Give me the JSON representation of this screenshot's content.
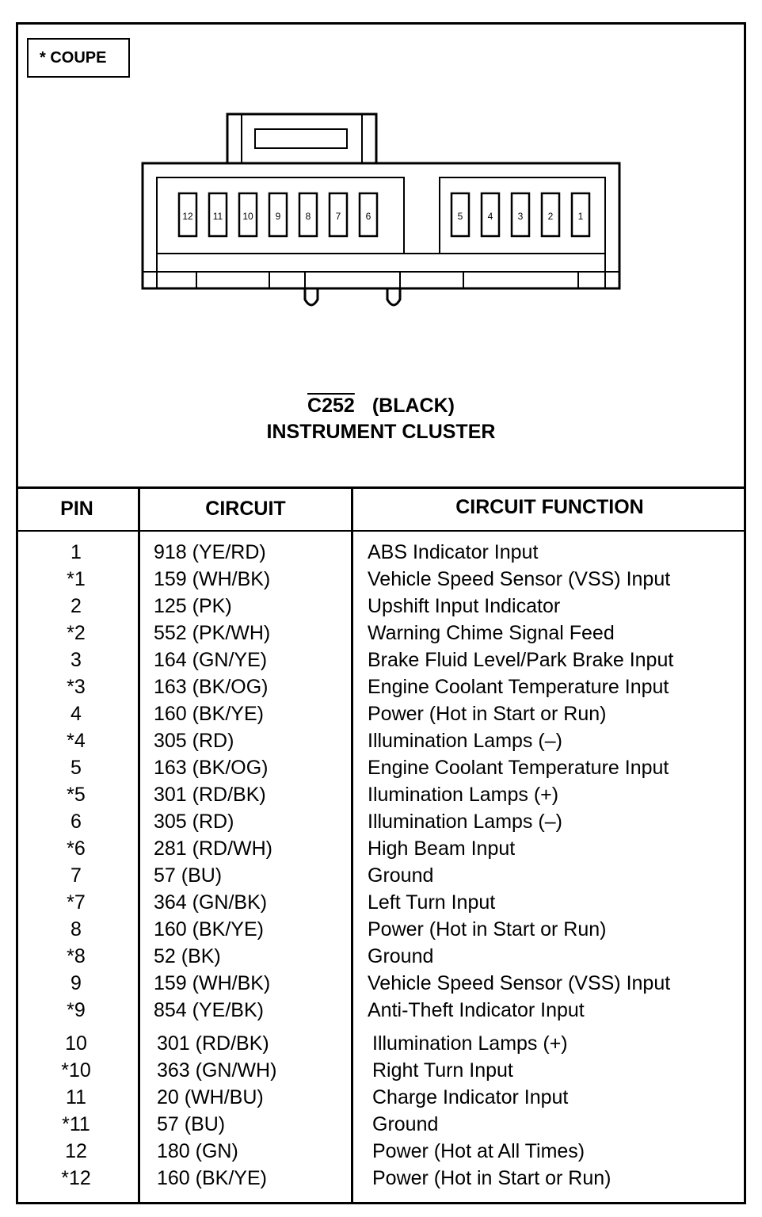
{
  "legend": "* COUPE",
  "connector": {
    "id": "C252",
    "color": "(BLACK)",
    "name": "INSTRUMENT CLUSTER",
    "pins_left": [
      "12",
      "11",
      "10",
      "9",
      "8",
      "7",
      "6"
    ],
    "pins_right": [
      "5",
      "4",
      "3",
      "2",
      "1"
    ]
  },
  "table": {
    "headers": {
      "pin": "PIN",
      "circuit": "CIRCUIT",
      "function": "CIRCUIT FUNCTION"
    },
    "rows": [
      {
        "pin": "1",
        "circuit": "918 (YE/RD)",
        "function": "ABS Indicator Input"
      },
      {
        "pin": "*1",
        "circuit": "159 (WH/BK)",
        "function": "Vehicle Speed Sensor (VSS) Input"
      },
      {
        "pin": "2",
        "circuit": "125 (PK)",
        "function": "Upshift Input Indicator"
      },
      {
        "pin": "*2",
        "circuit": "552 (PK/WH)",
        "function": "Warning Chime Signal Feed"
      },
      {
        "pin": "3",
        "circuit": "164 (GN/YE)",
        "function": "Brake Fluid Level/Park Brake Input"
      },
      {
        "pin": "*3",
        "circuit": "163 (BK/OG)",
        "function": "Engine Coolant Temperature Input"
      },
      {
        "pin": "4",
        "circuit": "160 (BK/YE)",
        "function": "Power (Hot in Start or Run)"
      },
      {
        "pin": "*4",
        "circuit": "305 (RD)",
        "function": "Illumination Lamps (–)"
      },
      {
        "pin": "5",
        "circuit": "163 (BK/OG)",
        "function": "Engine Coolant Temperature Input"
      },
      {
        "pin": "*5",
        "circuit": "301 (RD/BK)",
        "function": "Ilumination Lamps (+)"
      },
      {
        "pin": "6",
        "circuit": "305 (RD)",
        "function": "Illumination Lamps (–)"
      },
      {
        "pin": "*6",
        "circuit": "281 (RD/WH)",
        "function": "High Beam Input"
      },
      {
        "pin": "7",
        "circuit": "57 (BU)",
        "function": "Ground"
      },
      {
        "pin": "*7",
        "circuit": "364 (GN/BK)",
        "function": "Left Turn Input"
      },
      {
        "pin": "8",
        "circuit": "160 (BK/YE)",
        "function": "Power (Hot in Start or Run)"
      },
      {
        "pin": "*8",
        "circuit": "52 (BK)",
        "function": "Ground"
      },
      {
        "pin": "9",
        "circuit": "159 (WH/BK)",
        "function": "Vehicle Speed Sensor (VSS) Input"
      },
      {
        "pin": "*9",
        "circuit": "854 (YE/BK)",
        "function": "Anti-Theft Indicator Input"
      },
      {
        "pin": "10",
        "circuit": "301 (RD/BK)",
        "function": "Illumination Lamps (+)"
      },
      {
        "pin": "*10",
        "circuit": "363 (GN/WH)",
        "function": "Right Turn Input"
      },
      {
        "pin": "11",
        "circuit": "20 (WH/BU)",
        "function": "Charge Indicator Input"
      },
      {
        "pin": "*11",
        "circuit": "57 (BU)",
        "function": "Ground"
      },
      {
        "pin": "12",
        "circuit": "180 (GN)",
        "function": "Power (Hot at All Times)"
      },
      {
        "pin": "*12",
        "circuit": "160 (BK/YE)",
        "function": "Power (Hot in Start or Run)"
      }
    ]
  }
}
